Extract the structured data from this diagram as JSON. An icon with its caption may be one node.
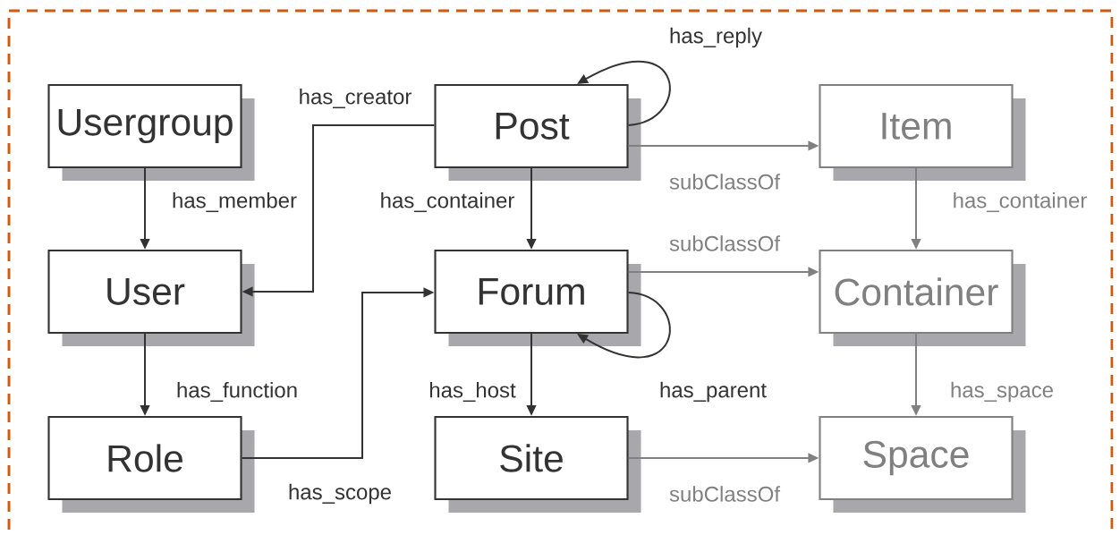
{
  "diagram": {
    "nodes": [
      {
        "text": [
          "Usergroup"
        ]
      },
      {
        "text": [
          "Post"
        ]
      },
      {
        "text": [
          "Item"
        ]
      },
      {
        "text": [
          "User"
        ]
      },
      {
        "text": [
          "Forum"
        ]
      },
      {
        "text": [
          "Container"
        ]
      },
      {
        "text": [
          "Role"
        ]
      },
      {
        "text": [
          "Site"
        ]
      },
      {
        "text": [
          "Space"
        ]
      }
    ],
    "edges": [
      {
        "from": 0,
        "to": 3,
        "arrow": "to",
        "label": "has_member"
      },
      {
        "from": 1,
        "to": 3,
        "arrow": "to",
        "label": "has_creator"
      },
      {
        "from": 1,
        "to": 2,
        "arrow": "to",
        "label": "subClassOf",
        "color": "#808080"
      },
      {
        "from": 1,
        "to": 1,
        "arrow": "to",
        "label": "has_reply"
      },
      {
        "from": 1,
        "to": 4,
        "arrow": "to",
        "label": "has_container"
      },
      {
        "from": 2,
        "to": 5,
        "arrow": "to",
        "label": "has_container",
        "color": "#808080"
      },
      {
        "from": 3,
        "to": 6,
        "arrow": "to",
        "label": "has_function"
      },
      {
        "from": 6,
        "to": 4,
        "arrow": "to",
        "label": "has_scope"
      },
      {
        "from": 4,
        "to": 5,
        "arrow": "to",
        "label": "subClassOf",
        "color": "#808080"
      },
      {
        "from": 4,
        "to": 4,
        "arrow": "to",
        "label": "has_parent"
      },
      {
        "from": 4,
        "to": 7,
        "arrow": "to",
        "label": "has_host"
      },
      {
        "from": 5,
        "to": 8,
        "arrow": "to",
        "label": "has_space",
        "color": "#808080"
      },
      {
        "from": 7,
        "to": 8,
        "arrow": "to",
        "label": "subClassOf",
        "color": "#808080"
      }
    ]
  }
}
